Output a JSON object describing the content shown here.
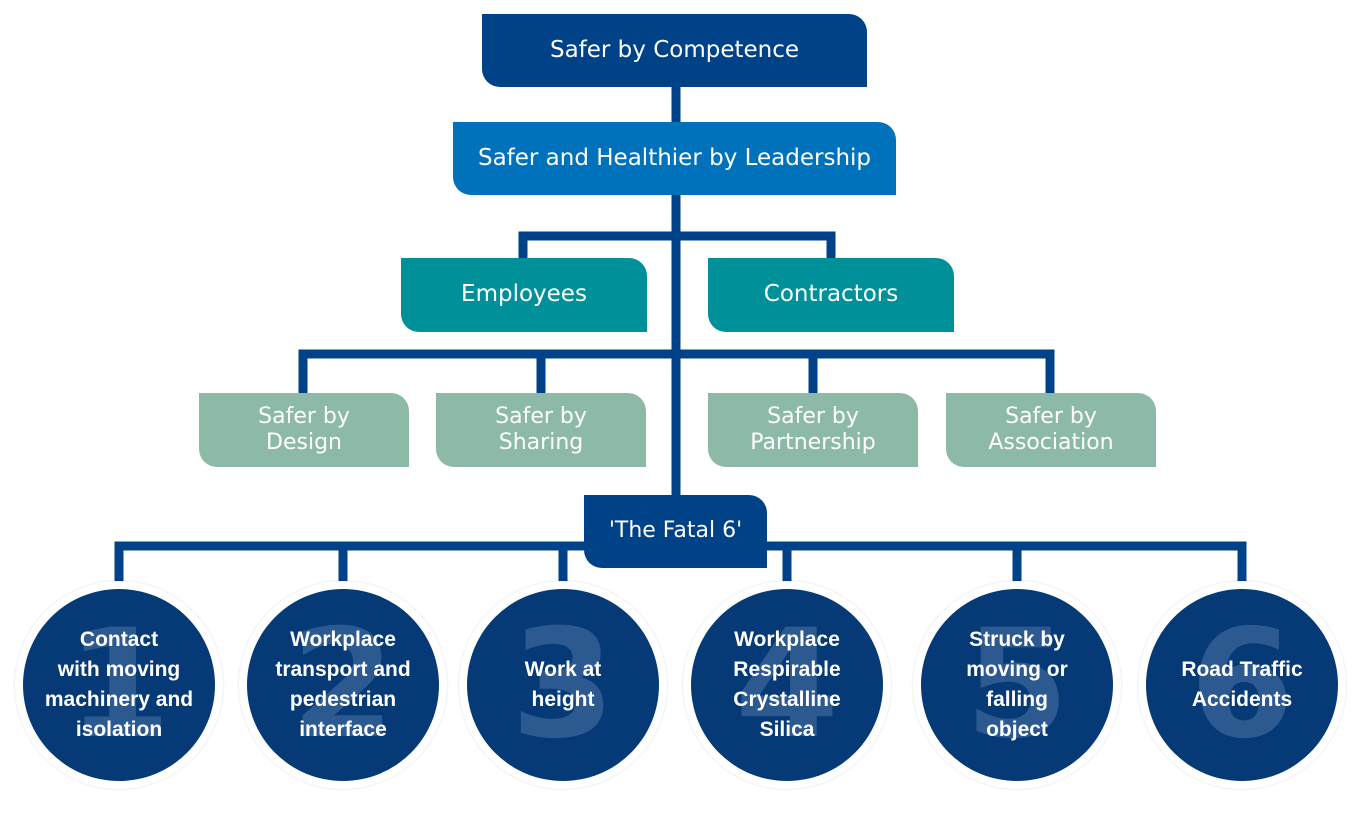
{
  "colors": {
    "dark_navy": "#004288",
    "mid_blue": "#0071bb",
    "teal": "#00909a",
    "sage": "#8cbaa6",
    "connector": "#004288",
    "circle_fill": "#063a77"
  },
  "root": {
    "label": "Safer by Competence"
  },
  "leadership": {
    "label": "Safer and Healthier by Leadership"
  },
  "groups": [
    {
      "label": "Employees"
    },
    {
      "label": "Contractors"
    }
  ],
  "pillars": [
    {
      "label": "Safer by\nDesign"
    },
    {
      "label": "Safer by\nSharing"
    },
    {
      "label": "Safer by\nPartnership"
    },
    {
      "label": "Safer by\nAssociation"
    }
  ],
  "fatal": {
    "label": "'The Fatal 6'"
  },
  "risks": [
    {
      "number": "1",
      "label": "Contact\nwith moving\nmachinery and\nisolation"
    },
    {
      "number": "2",
      "label": "Workplace\ntransport and\npedestrian\ninterface"
    },
    {
      "number": "3",
      "label": "Work at\nheight"
    },
    {
      "number": "4",
      "label": "Workplace\nRespirable\nCrystalline\nSilica"
    },
    {
      "number": "5",
      "label": "Struck by\nmoving or\nfalling\nobject"
    },
    {
      "number": "6",
      "label": "Road Traffic\nAccidents"
    }
  ]
}
